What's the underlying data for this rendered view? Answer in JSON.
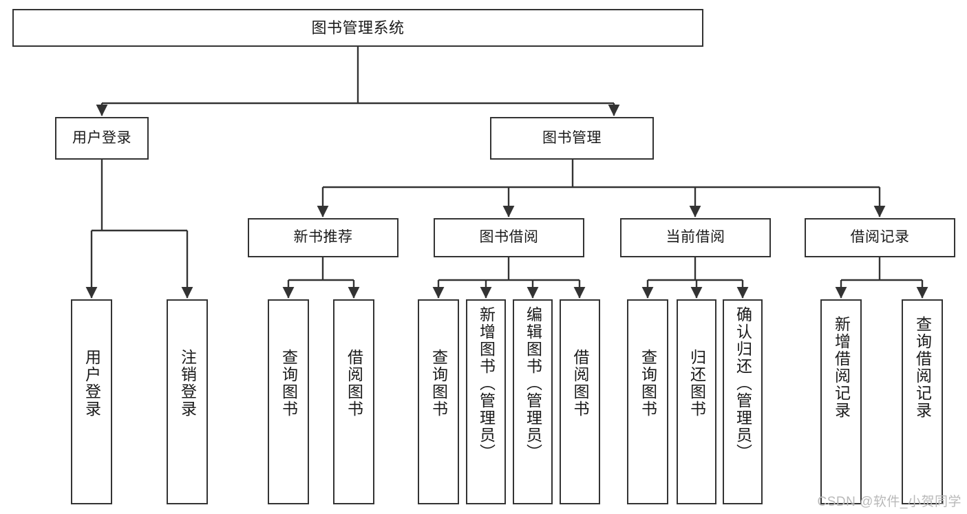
{
  "diagram": {
    "title": "图书管理系统",
    "type": "tree-hierarchy-diagram",
    "watermark": "CSDN @软件_小贺同学",
    "colors": {
      "node_border": "#333333",
      "node_fill": "#ffffff",
      "edge": "#333333",
      "text": "#1a1a1a",
      "watermark": "#b9b9b9",
      "background": "#ffffff"
    },
    "levels": {
      "level1": [
        "图书管理系统"
      ],
      "level2": [
        "用户登录",
        "图书管理"
      ],
      "level3": [
        "新书推荐",
        "图书借阅",
        "当前借阅",
        "借阅记录"
      ],
      "level4": [
        "用户登录",
        "注销登录",
        "查询图书",
        "借阅图书",
        "查询图书",
        "新增图书（管理员）",
        "编辑图书（管理员）",
        "借阅图书",
        "查询图书",
        "归还图书",
        "确认归还（管理员）",
        "新增借阅记录",
        "查询借阅记录"
      ]
    },
    "nodes": {
      "root": {
        "label": "图书管理系统"
      },
      "user_login": {
        "label": "用户登录"
      },
      "book_manage": {
        "label": "图书管理"
      },
      "new_book_rec": {
        "label": "新书推荐"
      },
      "book_borrow": {
        "label": "图书借阅"
      },
      "current_borrow": {
        "label": "当前借阅"
      },
      "borrow_record": {
        "label": "借阅记录"
      },
      "leaf_user_login": {
        "label": "用户登录"
      },
      "leaf_logout": {
        "label": "注销登录"
      },
      "leaf_query_book_a": {
        "label": "查询图书"
      },
      "leaf_borrow_book_a": {
        "label": "借阅图书"
      },
      "leaf_query_book_b": {
        "label": "查询图书"
      },
      "leaf_add_book": {
        "label": "新增图书（管理员）"
      },
      "leaf_edit_book": {
        "label": "编辑图书（管理员）"
      },
      "leaf_borrow_book_b": {
        "label": "借阅图书"
      },
      "leaf_query_book_c": {
        "label": "查询图书"
      },
      "leaf_return_book": {
        "label": "归还图书"
      },
      "leaf_confirm_return": {
        "label": "确认归还（管理员）"
      },
      "leaf_add_record": {
        "label": "新增借阅记录"
      },
      "leaf_query_record": {
        "label": "查询借阅记录"
      }
    },
    "edges": [
      {
        "from": "root",
        "to": "user_login"
      },
      {
        "from": "root",
        "to": "book_manage"
      },
      {
        "from": "book_manage",
        "to": "new_book_rec"
      },
      {
        "from": "book_manage",
        "to": "book_borrow"
      },
      {
        "from": "book_manage",
        "to": "current_borrow"
      },
      {
        "from": "book_manage",
        "to": "borrow_record"
      },
      {
        "from": "user_login",
        "to": "leaf_user_login"
      },
      {
        "from": "user_login",
        "to": "leaf_logout"
      },
      {
        "from": "new_book_rec",
        "to": "leaf_query_book_a"
      },
      {
        "from": "new_book_rec",
        "to": "leaf_borrow_book_a"
      },
      {
        "from": "book_borrow",
        "to": "leaf_query_book_b"
      },
      {
        "from": "book_borrow",
        "to": "leaf_add_book"
      },
      {
        "from": "book_borrow",
        "to": "leaf_edit_book"
      },
      {
        "from": "book_borrow",
        "to": "leaf_borrow_book_b"
      },
      {
        "from": "current_borrow",
        "to": "leaf_query_book_c"
      },
      {
        "from": "current_borrow",
        "to": "leaf_return_book"
      },
      {
        "from": "current_borrow",
        "to": "leaf_confirm_return"
      },
      {
        "from": "borrow_record",
        "to": "leaf_add_record"
      },
      {
        "from": "borrow_record",
        "to": "leaf_query_record"
      }
    ]
  }
}
